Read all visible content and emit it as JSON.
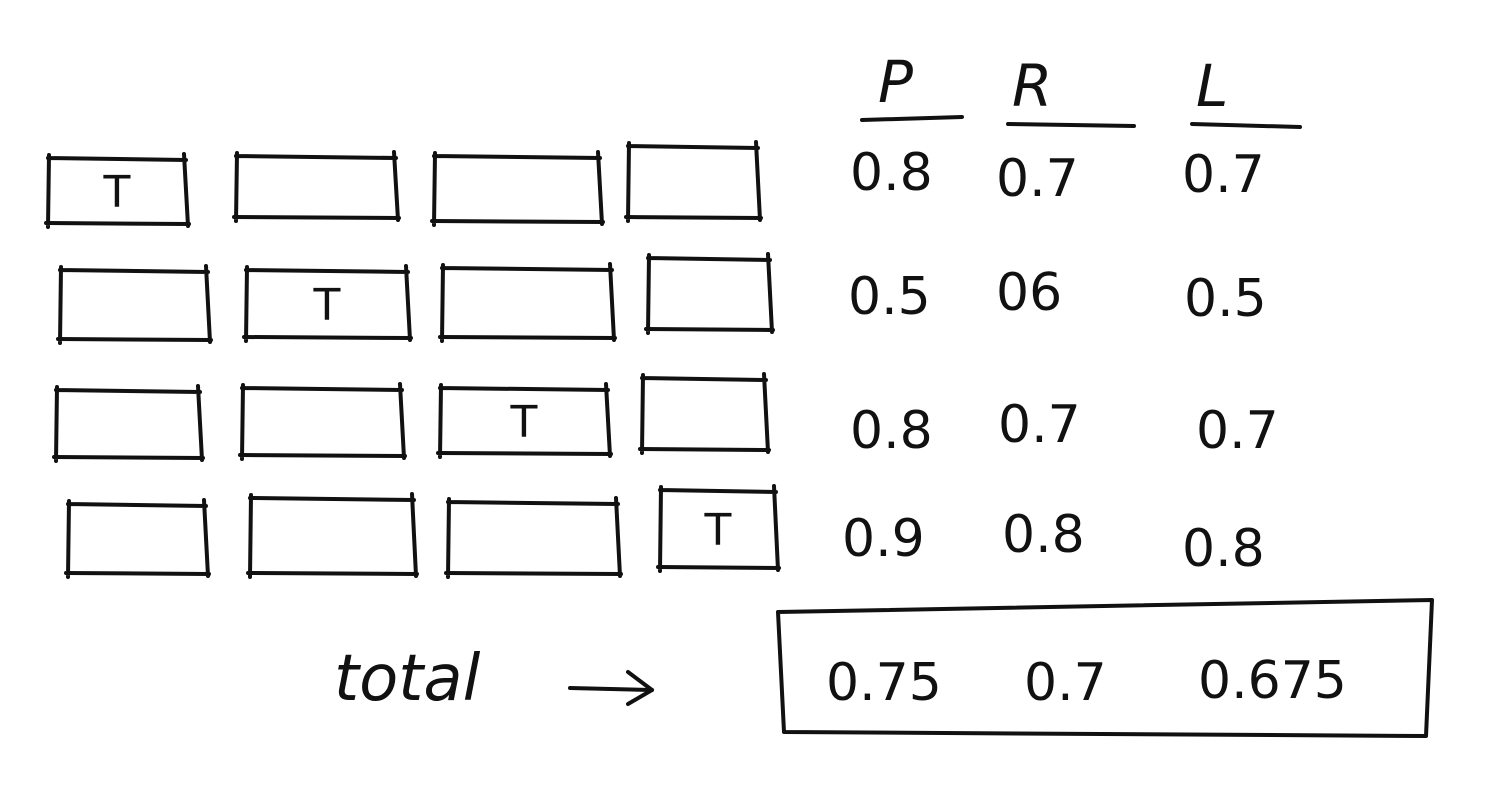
{
  "headers": [
    "P",
    "R",
    "L"
  ],
  "rows": [
    {
      "marked_col": 0,
      "values": [
        "0.8",
        "0.7",
        "0.7"
      ]
    },
    {
      "marked_col": 1,
      "values": [
        "0.5",
        "06",
        "0.5"
      ]
    },
    {
      "marked_col": 2,
      "values": [
        "0.8",
        "0.7",
        "0.7"
      ]
    },
    {
      "marked_col": 3,
      "values": [
        "0.9",
        "0.8",
        "0.8"
      ]
    }
  ],
  "cell_mark": "T",
  "total": {
    "label": "total",
    "arrow": "→",
    "values": [
      "0.75",
      "0.7",
      "0.675"
    ]
  }
}
